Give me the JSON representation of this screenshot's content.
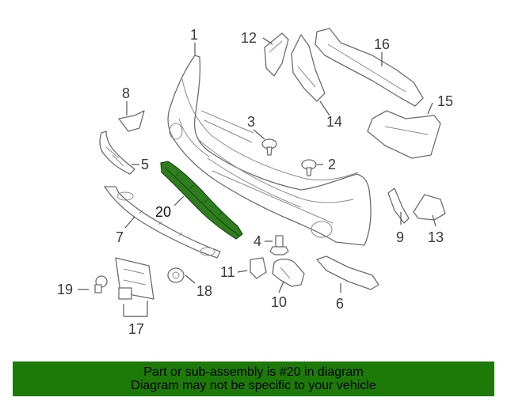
{
  "diagram": {
    "highlight_color": "#1d7a09",
    "callouts": [
      {
        "id": "1",
        "label": "1"
      },
      {
        "id": "2",
        "label": "2"
      },
      {
        "id": "3",
        "label": "3"
      },
      {
        "id": "4",
        "label": "4"
      },
      {
        "id": "5",
        "label": "5"
      },
      {
        "id": "6",
        "label": "6"
      },
      {
        "id": "7",
        "label": "7"
      },
      {
        "id": "8",
        "label": "8"
      },
      {
        "id": "9",
        "label": "9"
      },
      {
        "id": "10",
        "label": "10"
      },
      {
        "id": "11",
        "label": "11"
      },
      {
        "id": "12",
        "label": "12"
      },
      {
        "id": "13",
        "label": "13"
      },
      {
        "id": "14",
        "label": "14"
      },
      {
        "id": "15",
        "label": "15"
      },
      {
        "id": "16",
        "label": "16"
      },
      {
        "id": "17",
        "label": "17"
      },
      {
        "id": "18",
        "label": "18"
      },
      {
        "id": "19",
        "label": "19"
      },
      {
        "id": "20",
        "label": "20"
      }
    ],
    "highlighted_part": "20"
  },
  "banner": {
    "line1": "Part or sub-assembly is #20 in diagram",
    "line2": "Diagram may not be specific to your vehicle",
    "background": "#1d7a09"
  }
}
